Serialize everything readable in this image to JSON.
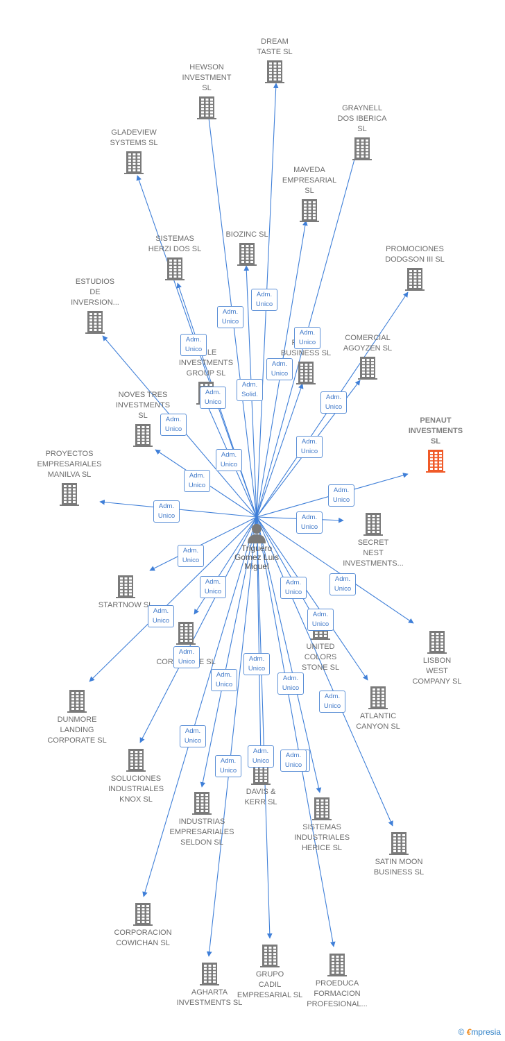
{
  "colors": {
    "edge": "#3f7fd8",
    "building": "#7a7a7a",
    "highlight": "#f05a28",
    "role_border": "#5b8fd6"
  },
  "center": {
    "name": "Triguero\nGomez Luis\nMiguel",
    "icon": "person-icon"
  },
  "nodes": [
    {
      "id": "dream",
      "label": "DREAM\nTASTE SL"
    },
    {
      "id": "hewson",
      "label": "HEWSON\nINVESTMENT\nSL"
    },
    {
      "id": "graynell",
      "label": "GRAYNELL\nDOS IBERICA\nSL"
    },
    {
      "id": "gladeview",
      "label": "GLADEVIEW\nSYSTEMS  SL"
    },
    {
      "id": "maveda",
      "label": "MAVEDA\nEMPRESARIAL\nSL"
    },
    {
      "id": "sistemas_herzi",
      "label": "SISTEMAS\nHERZI DOS SL"
    },
    {
      "id": "biozinc",
      "label": "BIOZINC SL"
    },
    {
      "id": "promociones_dodgson",
      "label": "PROMOCIONES\nDODGSON III SL"
    },
    {
      "id": "estudios",
      "label": "ESTUDIOS\nDE\nINVERSION..."
    },
    {
      "id": "proyectos_business",
      "label": "P...\nPRO...N\nBUSINESS SL"
    },
    {
      "id": "comercial",
      "label": "COMERCIAL\nAGOYZEN SL"
    },
    {
      "id": "investments_group",
      "label": "...RLE\nINVESTMENTS\nGROUP SL"
    },
    {
      "id": "penaut",
      "label": "PENAUT\nINVESTMENTS\nSL",
      "highlight": true
    },
    {
      "id": "noves",
      "label": "NOVES TRES\nINVESTMENTS\nSL"
    },
    {
      "id": "manila",
      "label": "PROYECTOS\nEMPRESARIALES\nMANILVA SL"
    },
    {
      "id": "secret",
      "label": "SECRET\nNEST\nINVESTMENTS..."
    },
    {
      "id": "startnow",
      "label": "STARTNOW SL"
    },
    {
      "id": "v_corporate",
      "label": "V...\nCORPORATE SL"
    },
    {
      "id": "united",
      "label": "UNITED\nCOLORS\nSTONE SL"
    },
    {
      "id": "lisbon",
      "label": "LISBON\nWEST\nCOMPANY  SL"
    },
    {
      "id": "dunmore",
      "label": "DUNMORE\nLANDING\nCORPORATE SL"
    },
    {
      "id": "atlantic",
      "label": "ATLANTIC\nCANYON SL"
    },
    {
      "id": "knox",
      "label": "SOLUCIONES\nINDUSTRIALES\nKNOX SL"
    },
    {
      "id": "davis",
      "label": "DAVIS &\nKERR SL"
    },
    {
      "id": "seldon",
      "label": "INDUSTRIAS\nEMPRESARIALES\nSELDON SL"
    },
    {
      "id": "herice",
      "label": "SISTEMAS\nINDUSTRIALES\nHERICE  SL"
    },
    {
      "id": "satin",
      "label": "SATIN MOON\nBUSINESS SL"
    },
    {
      "id": "cowichan",
      "label": "CORPORACION\nCOWICHAN SL"
    },
    {
      "id": "agharta",
      "label": "AGHARTA\nINVESTMENTS SL"
    },
    {
      "id": "cadil",
      "label": "GRUPO\nCADIL\nEMPRESARIAL SL"
    },
    {
      "id": "proeduca",
      "label": "PROEDUCA\nFORMACION\nPROFESIONAL..."
    }
  ],
  "roles": [
    {
      "target": "dream",
      "label": "Adm.\nUnico"
    },
    {
      "target": "hewson",
      "label": "Adm.\nUnico"
    },
    {
      "target": "graynell",
      "label": "Adm.\nUnico"
    },
    {
      "target": "gladeview",
      "label": "Adm.\nUnico"
    },
    {
      "target": "maveda",
      "label": "Adm.\nUnico"
    },
    {
      "target": "sistemas_herzi",
      "label": "Adm.\nUnico"
    },
    {
      "target": "biozinc",
      "label": "Adm.\nSolid."
    },
    {
      "target": "promociones_dodgson",
      "label": "Adm.\nUnico"
    },
    {
      "target": "estudios",
      "label": "Adm.\nUnico"
    },
    {
      "target": "proyectos_business",
      "label": "Adm.\nUnico"
    },
    {
      "target": "comercial",
      "label": "Adm.\nUnico"
    },
    {
      "target": "investments_group",
      "label": "Adm.\nUnico"
    },
    {
      "target": "penaut",
      "label": "Adm.\nUnico"
    },
    {
      "target": "noves",
      "label": "Adm.\nUnico"
    },
    {
      "target": "manila",
      "label": "Adm.\nUnico"
    },
    {
      "target": "secret",
      "label": "Adm.\nUnico"
    },
    {
      "target": "startnow",
      "label": "Adm.\nUnico"
    },
    {
      "target": "v_corporate",
      "label": "Adm.\nUnico"
    },
    {
      "target": "united",
      "label": "Adm.\nUnico"
    },
    {
      "target": "lisbon",
      "label": "Adm.\nUnico"
    },
    {
      "target": "dunmore",
      "label": "Adm.\nUnico"
    },
    {
      "target": "atlantic",
      "label": "Adm.\nUnico"
    },
    {
      "target": "knox",
      "label": "Adm.\nUnico"
    },
    {
      "target": "davis",
      "label": "Adm.\nUnico"
    },
    {
      "target": "seldon",
      "label": "Adm.\nUnico"
    },
    {
      "target": "herice",
      "label": "Adm.\nUnico"
    },
    {
      "target": "satin",
      "label": "Adm.\nUnico"
    },
    {
      "target": "cowichan",
      "label": "Adm.\nUnico"
    },
    {
      "target": "agharta",
      "label": "Adm.\nUnico"
    },
    {
      "target": "cadil",
      "label": "Adm.\nUnico"
    },
    {
      "target": "proeduca",
      "label": "Adm.\nUnico"
    }
  ],
  "footer": {
    "copyright": "©",
    "brand_first": "€",
    "brand_rest": "mpresia"
  }
}
